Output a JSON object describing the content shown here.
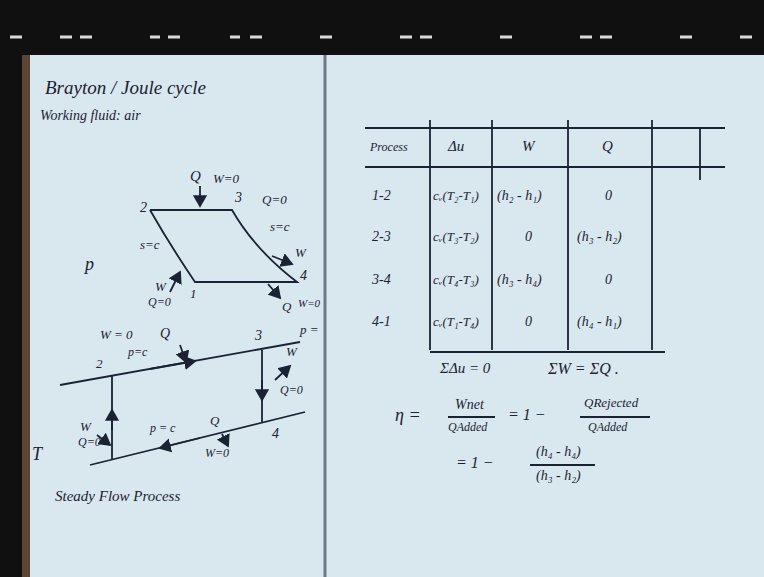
{
  "diagram": {
    "title": "Brayton / Joule cycle",
    "labels": [
      "Working fluid: air",
      "p",
      "2",
      "Q",
      "W=0",
      "3",
      "Q=0",
      "s=c",
      "s=c",
      "W",
      "W",
      "Q=0",
      "1",
      "4",
      "Q",
      "W=0",
      "T",
      "W = 0",
      "Q",
      "3",
      "p =",
      "p=c",
      "2",
      "W",
      "Q=0",
      "W",
      "Q=0",
      "4",
      "p = c",
      "Q",
      "W=0",
      "Steady Flow Process",
      "Process",
      "Δu",
      "W",
      "Q",
      "1-2",
      "cᵥ(T₂-T₁)",
      "(h₂ - h₁)",
      "0",
      "2-3",
      "cᵥ(T₃-T₂)",
      "0",
      "(h₃ - h₂)",
      "3-4",
      "cᵥ(T₄-T₃)",
      "(h₃ - h₄)",
      "0",
      "4-1",
      "cᵥ(T₁-T₄)",
      "0",
      "(h₄ - h₁)",
      "ΣΔu = 0",
      "ΣW = ΣQ .",
      "η =",
      "Wnet",
      "QAdded",
      "= 1 −",
      "QRejected",
      "QAdded",
      "= 1 −",
      "(h₄ - h₄)",
      "(h₃ - h₂)"
    ]
  }
}
